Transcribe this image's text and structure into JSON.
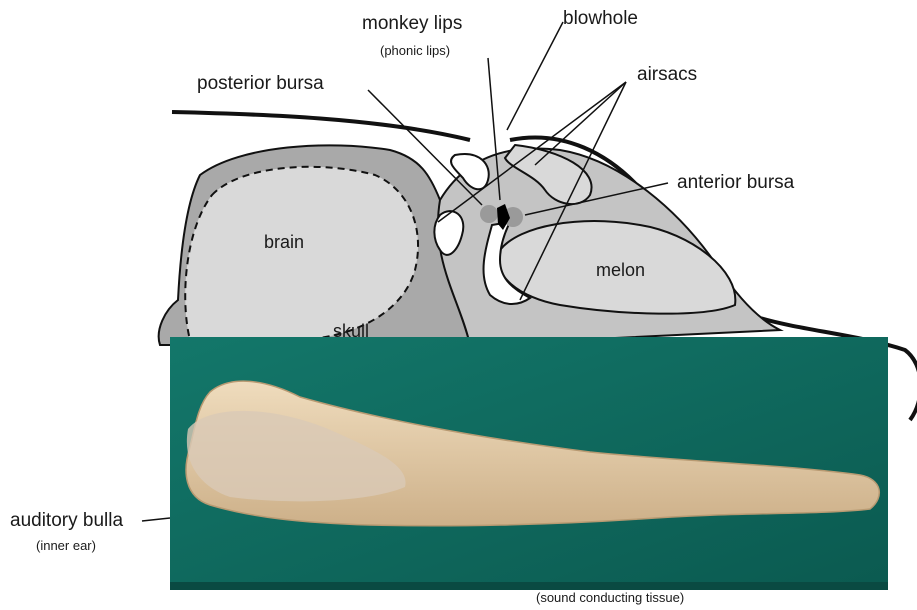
{
  "labels": {
    "monkey_lips": "monkey lips",
    "phonic_lips": "(phonic lips)",
    "blowhole": "blowhole",
    "posterior_bursa": "posterior bursa",
    "airsacs": "airsacs",
    "anterior_bursa": "anterior bursa",
    "brain": "brain",
    "melon": "melon",
    "skull": "skull",
    "auditory_bulla": "auditory bulla",
    "inner_ear": "(inner ear)",
    "sound_conducting_tissue": "(sound conducting tissue)"
  },
  "colors": {
    "tissue_dark": "#a9a9a9",
    "tissue_mid": "#c4c4c4",
    "tissue_light": "#d9d9d9",
    "outline": "#111111",
    "cloth": "#0f6e62",
    "bone": "#e3cca8"
  },
  "photo": {
    "subject": "bone on green cloth"
  }
}
